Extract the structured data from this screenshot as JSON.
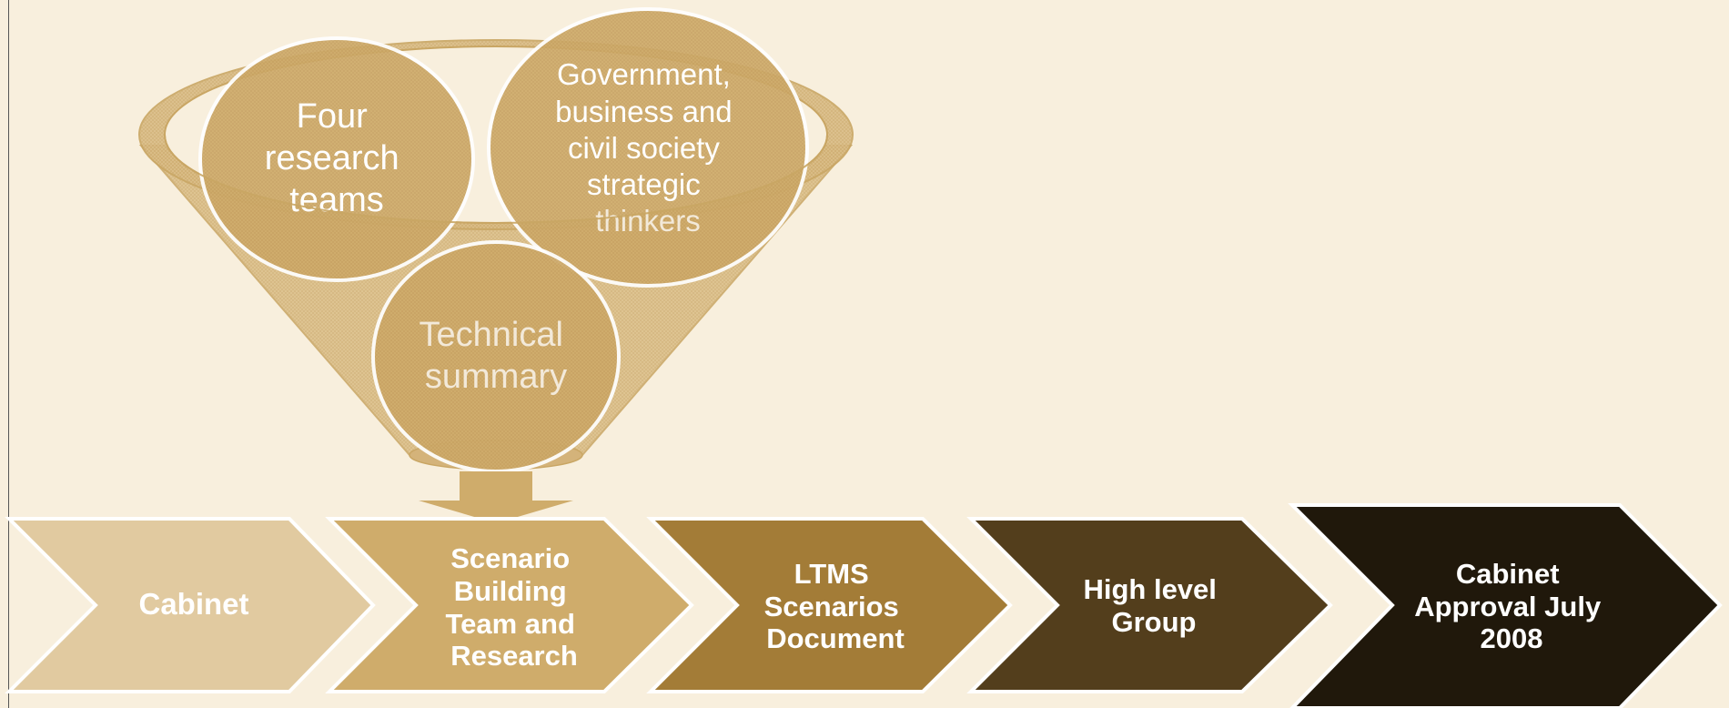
{
  "colors": {
    "background": "#f8efdd",
    "funnel": "#d7b67a",
    "circle": "#cfac6b",
    "chevron_1": "#e1caa0",
    "chevron_2": "#cfac6b",
    "chevron_3": "#a37c37",
    "chevron_4": "#533e1c",
    "chevron_5": "#20180b"
  },
  "funnel": {
    "circles": [
      {
        "lines": [
          "Four",
          "research",
          "teams"
        ]
      },
      {
        "lines": [
          "Government,",
          "business and",
          "civil society",
          "strategic",
          "thinkers"
        ]
      },
      {
        "lines": [
          "Technical",
          "summary"
        ]
      }
    ]
  },
  "process": {
    "steps": [
      {
        "lines": [
          "Cabinet"
        ]
      },
      {
        "lines": [
          "Scenario",
          "Building",
          "Team and",
          "Research"
        ]
      },
      {
        "lines": [
          "LTMS",
          "Scenarios",
          "Document"
        ]
      },
      {
        "lines": [
          "High level",
          "Group"
        ]
      },
      {
        "lines": [
          "Cabinet",
          "Approval July",
          "2008"
        ]
      }
    ]
  }
}
